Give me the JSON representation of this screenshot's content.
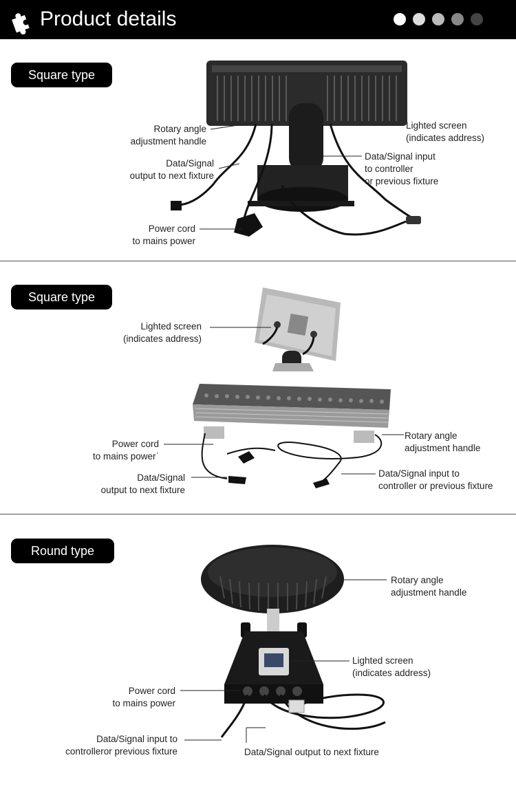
{
  "header": {
    "title": "Product details",
    "dots": [
      "#ffffff",
      "#dddddd",
      "#bbbbbb",
      "#888888",
      "#444444"
    ]
  },
  "sections": [
    {
      "badge": "Square type",
      "labels": {
        "rotary": [
          "Rotary angle",
          "adjustment handle"
        ],
        "data_out": [
          "Data/Signal",
          "output to next fixture"
        ],
        "power": [
          "Power cord",
          "to mains power"
        ],
        "screen": [
          "Lighted screen",
          "(indicates address)"
        ],
        "data_in": [
          "Data/Signal input",
          "to controller",
          "or previous fixture"
        ]
      }
    },
    {
      "badge": "Square type",
      "labels": {
        "screen": [
          "Lighted screen",
          "(indicates address)"
        ],
        "power": [
          "Power cord",
          "to mains powerˈ"
        ],
        "data_out": [
          "Data/Signal",
          "output to next fixture"
        ],
        "rotary": [
          "Rotary angle",
          "adjustment handle"
        ],
        "data_in": [
          "Data/Signal input to",
          "controller or previous fixture"
        ]
      }
    },
    {
      "badge": "Round type",
      "labels": {
        "rotary": [
          "Rotary angle",
          "adjustment handle"
        ],
        "screen": [
          "Lighted screen",
          "(indicates address)"
        ],
        "power": [
          "Power cord",
          "to mains power"
        ],
        "data_in": [
          "Data/Signal input to",
          "controlleror previous fixture"
        ],
        "data_out": [
          "Data/Signal output to next fixture"
        ]
      }
    }
  ]
}
